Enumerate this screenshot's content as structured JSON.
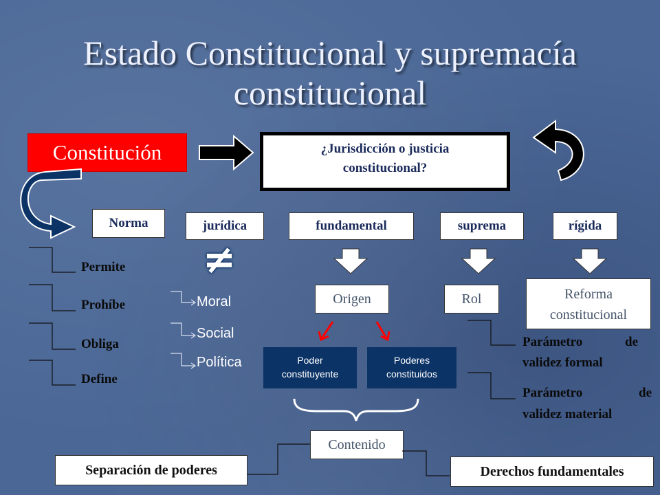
{
  "title": {
    "line1": "Estado Constitucional y supremacía",
    "line2": "constitucional"
  },
  "constitucion": "Constitución",
  "jurisdiccion": {
    "line1": "¿Jurisdicción o justicia",
    "line2": "constitucional?"
  },
  "norma": "Norma",
  "attributes": [
    "jurídica",
    "fundamental",
    "suprema",
    "rígida"
  ],
  "norma_items": [
    "Permite",
    "Prohíbe",
    "Obliga",
    "Define"
  ],
  "not_equal_symbol": "≠",
  "juridica_items": [
    "Moral",
    "Social",
    "Política"
  ],
  "origen": "Origen",
  "rol": "Rol",
  "reforma": {
    "line1": "Reforma",
    "line2": "constitucional"
  },
  "poder_constituyente": {
    "line1": "Poder",
    "line2": "constituyente"
  },
  "poderes_constituidos": {
    "line1": "Poderes",
    "line2": "constituidos"
  },
  "parametros": [
    {
      "line1": "Parámetro de",
      "line2": "validez formal"
    },
    {
      "line1": "Parámetro de",
      "line2": "validez material"
    }
  ],
  "contenido": "Contenido",
  "separacion": "Separación de poderes",
  "derechos": "Derechos fundamentales",
  "colors": {
    "background": "#4a6796",
    "red_box": "#ff0000",
    "navy_box": "#0b3366",
    "arrow_blue": "#0b3366",
    "red_arrow": "#ff0000"
  }
}
